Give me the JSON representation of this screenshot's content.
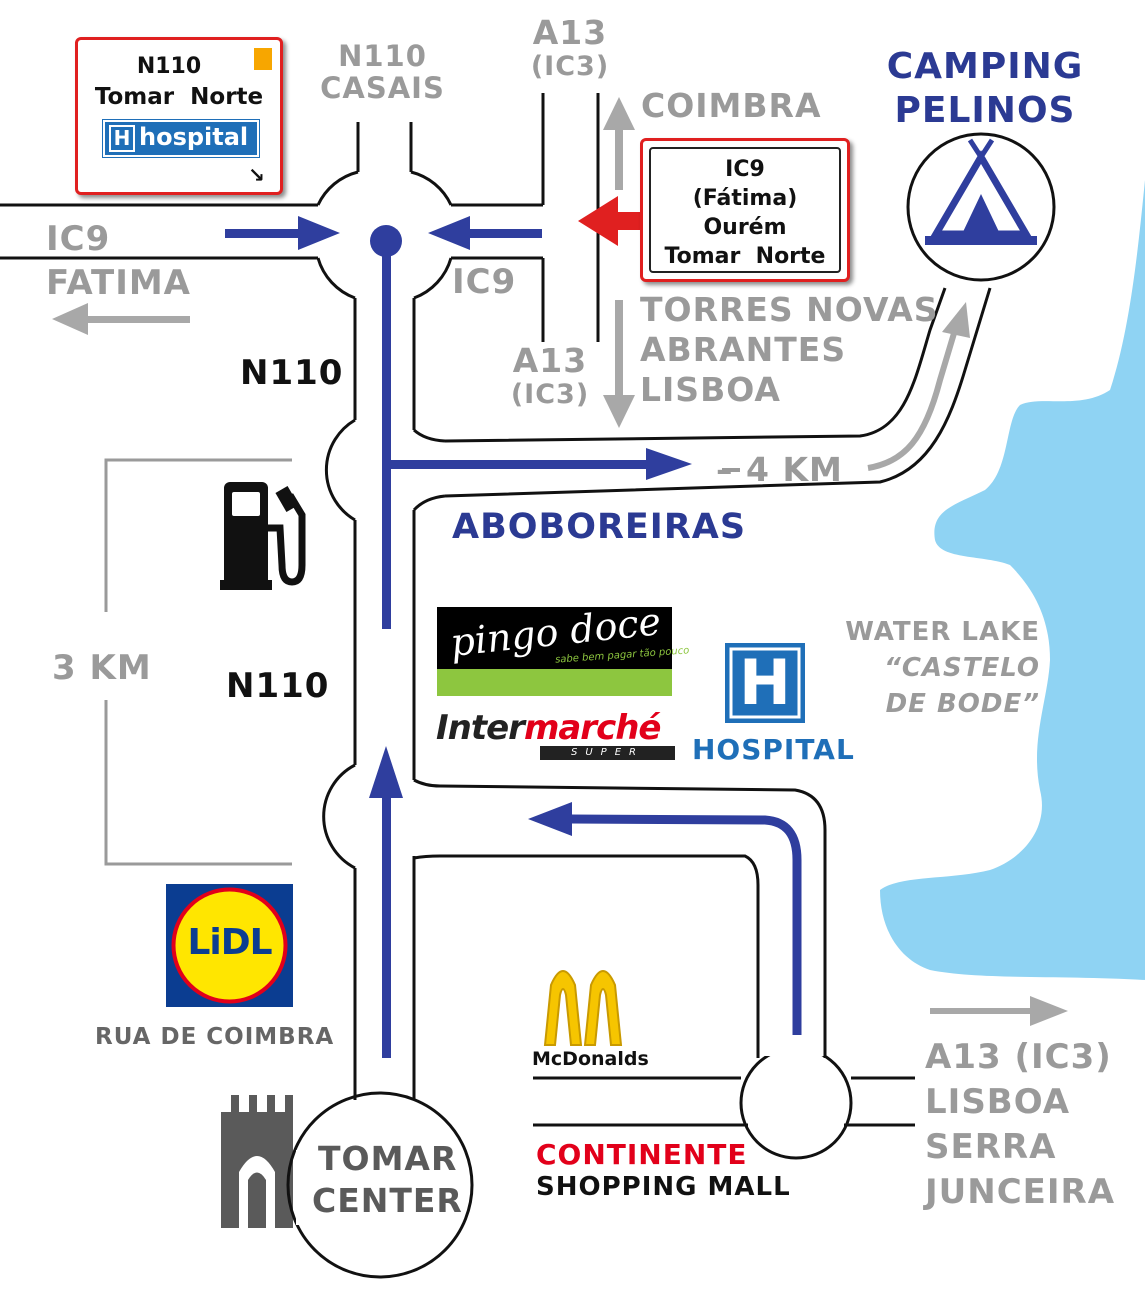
{
  "colors": {
    "road": "#111111",
    "route_arrow": "#2f3e9e",
    "gray_text": "#9a9a9a",
    "lake": "#8fd3f3",
    "sign_border": "#e02020",
    "hospital_blue": "#1f6fb8",
    "pingo_green": "#8dc63f",
    "lidl_blue": "#0b3d91",
    "lidl_yellow": "#ffe600",
    "mcd_yellow": "#f6c500",
    "continente_red": "#e2001a"
  },
  "labels": {
    "n110_casais": [
      "N110",
      "CASAIS"
    ],
    "a13_top": [
      "A13",
      "(IC3)"
    ],
    "coimbra": "COIMBRA",
    "camping": [
      "CAMPING",
      "PELINOS"
    ],
    "ic9_left": [
      "IC9",
      "FATIMA"
    ],
    "ic9_right": "IC9",
    "torres": [
      "TORRES NOVAS",
      "ABRANTES",
      "LISBOA"
    ],
    "a13_mid": [
      "A13",
      "(IC3)"
    ],
    "n110_upper": "N110",
    "n110_lower": "N110",
    "four_km": "– 4 KM",
    "aboboreiras": "ABOBOREIRAS",
    "three_km": "3 KM",
    "water_lake": [
      "WATER LAKE",
      "“CASTELO",
      "DE BODE”"
    ],
    "hospital_label": "HOSPITAL",
    "rua_coimbra": "RUA DE COIMBRA",
    "tomar_center": [
      "TOMAR",
      "CENTER"
    ],
    "a13_bottom": [
      "A13 (IC3)",
      "LISBOA",
      "SERRA",
      "JUNCEIRA"
    ]
  },
  "sign_left": {
    "road": "N110",
    "town": "Tomar  Norte",
    "hospital_letter": "H",
    "hospital_word": "hospital"
  },
  "sign_right": {
    "lines": [
      "IC9",
      "(Fátima)",
      "Ourém",
      "Tomar  Norte"
    ]
  },
  "logos": {
    "pingo_doce": "pingo doce",
    "pingo_tagline": "sabe bem pagar tão pouco",
    "intermarche_a": "Inter",
    "intermarche_b": "marché",
    "intermarche_sub": "SUPER",
    "hospital_letter": "H",
    "lidl": "LiDL",
    "mcdonalds": "McDonalds",
    "continente": "CONTINENTE",
    "shopping_mall": "SHOPPING MALL"
  },
  "icons": [
    "tent-icon",
    "fuel-pump-icon",
    "castle-icon",
    "hospital-icon",
    "mcdonalds-arches-icon"
  ]
}
